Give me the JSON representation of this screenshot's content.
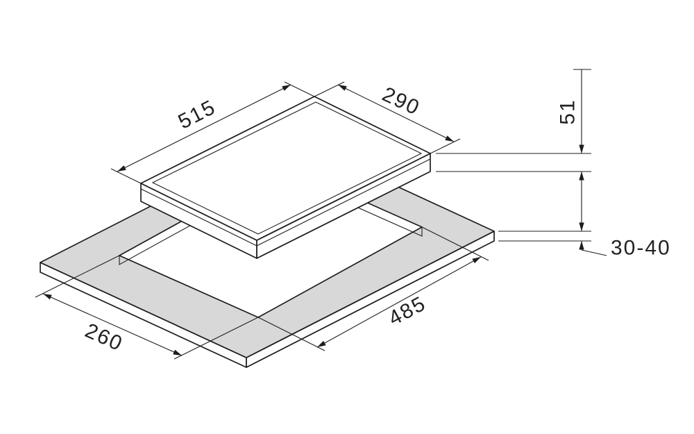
{
  "drawing": {
    "labels": {
      "hob_length": "515",
      "hob_depth": "290",
      "hob_height": "51",
      "cutout_length": "485",
      "cutout_depth": "260",
      "worktop_thickness": "30-40"
    },
    "colors": {
      "glass": "#0d0d0d",
      "frame": "#ffffff",
      "body": "#ffffff",
      "worktop_top": "#d8d8d8",
      "worktop_face": "#fdfdfd",
      "cutout_wall": "#ebebeb",
      "burner_mark": "#ffffff",
      "line": "#1d1d1d",
      "background": "#ffffff"
    }
  }
}
